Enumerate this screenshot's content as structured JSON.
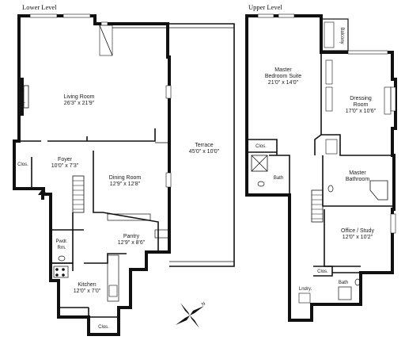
{
  "levels": {
    "lower": "Lower Level",
    "upper": "Upper Level"
  },
  "lower_rooms": {
    "fireplace": "Fireplace",
    "living_name": "Living Room",
    "living_dim": "26'3\" x 21'9\"",
    "terrace_name": "Terrace",
    "terrace_dim": "45'0\" x 10'0\"",
    "foyer_name": "Foyer",
    "foyer_dim": "10'0\" x 7'3\"",
    "clos": "Clos.",
    "dining_name": "Dining Room",
    "dining_dim": "12'9\" x 12'8\"",
    "pantry_name": "Pantry",
    "pantry_dim": "12'9\" x 8'6\"",
    "pwdr_1": "Pwdr.",
    "pwdr_2": "Rm.",
    "kitchen_name": "Kitchen",
    "kitchen_dim": "12'0\" x 7'0\"",
    "kitchen_clos": "Clos."
  },
  "upper_rooms": {
    "balcony": "Balcony",
    "master_name_1": "Master",
    "master_name_2": "Bedroom Suite",
    "master_dim": "21'0\" x 14'0\"",
    "dressing_name_1": "Dressing",
    "dressing_name_2": "Room",
    "dressing_dim": "17'0\" x 10'6\"",
    "clos": "Clos.",
    "bath": "Bath",
    "mbath_1": "Master",
    "mbath_2": "Bathroom",
    "office_name": "Office / Study",
    "office_dim": "12'0\" x 10'2\"",
    "clos2": "Clos.",
    "bath2": "Bath",
    "lndry": "Lndry."
  },
  "compass": {
    "north": "N"
  }
}
